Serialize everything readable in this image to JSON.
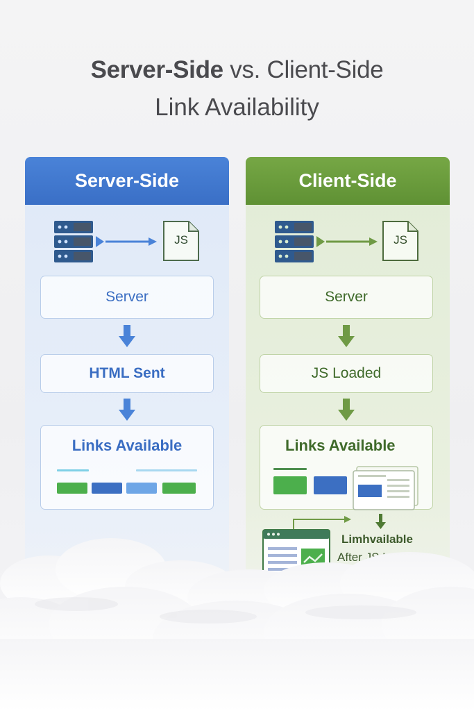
{
  "title": {
    "line1_bold": "Server-Side",
    "line1_rest": " vs. Client-Side",
    "line2": "Link Availability"
  },
  "server_panel": {
    "header": "Server-Side",
    "js_icon": "JS",
    "step1": "Server",
    "step2": "HTML Sent",
    "step3": "Links Available"
  },
  "client_panel": {
    "header": "Client-Side",
    "js_icon": "JS",
    "step1": "Server",
    "step2": "JS Loaded",
    "step3": "Links Available",
    "after_line1": "Limhvailable",
    "after_line2": "After JS Loads"
  },
  "colors": {
    "server_blue": "#3a6fc6",
    "client_green": "#5f9134",
    "bar_green": "#4caf4c",
    "bar_blue": "#3c6fc2"
  },
  "icons": [
    "server-rack-icon",
    "js-file-icon",
    "arrow-down-icon",
    "browser-window-icon"
  ]
}
